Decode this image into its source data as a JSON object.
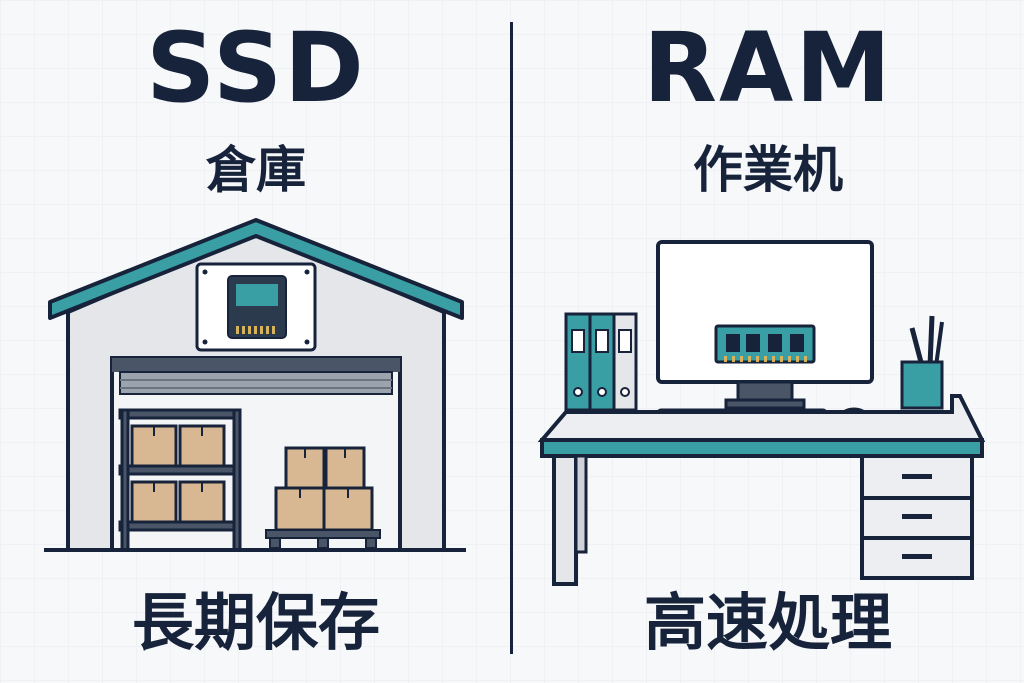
{
  "left": {
    "title": "SSD",
    "subtitle": "倉庫",
    "caption": "長期保存"
  },
  "right": {
    "title": "RAM",
    "subtitle": "作業机",
    "caption": "高速処理"
  },
  "colors": {
    "ink": "#17233a",
    "teal": "#3a9ea5",
    "box": "#d8b892",
    "wall": "#e4e6ea"
  }
}
